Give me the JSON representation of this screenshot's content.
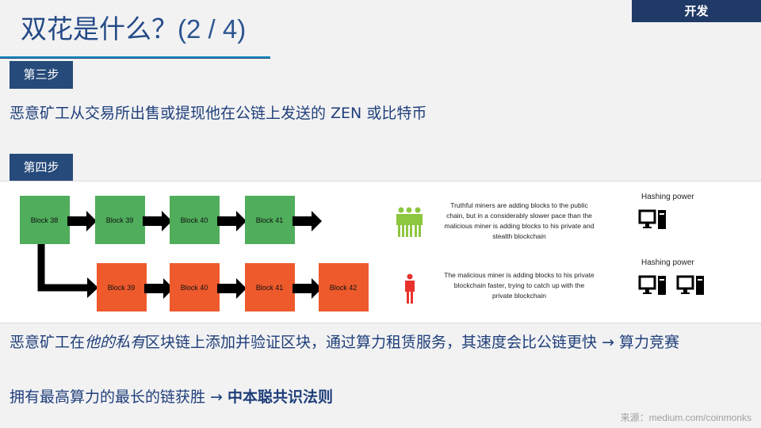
{
  "header": {
    "title": "双花是什么？",
    "title_suffix": "(2 / 4)",
    "tag": "开发"
  },
  "step3": {
    "label": "第三步",
    "text": "恶意矿工从交易所出售或提现他在公链上发送的 ZEN 或比特币"
  },
  "step4": {
    "label": "第四步"
  },
  "diagram": {
    "public_chain": [
      "Block 38",
      "Block 39",
      "Block 40",
      "Block 41"
    ],
    "private_chain": [
      "Block 39",
      "Block 40",
      "Block 41",
      "Block 42"
    ],
    "truthful_note": "Truthful miners are adding blocks to the public chain, but in a considerably slower pace than the malicious miner is adding blocks to his private and stealth blockchain",
    "malicious_note": "The malicious miner is adding blocks to his private blockchain faster, trying to catch up with the private blockchain",
    "hashing_label": "Hashing power",
    "colors": {
      "public": "#4fad5b",
      "private": "#ee5a2c",
      "truthful_icon": "#8dc63f",
      "malicious_icon": "#e8322b"
    }
  },
  "body": {
    "line1_a": "恶意矿工在",
    "line1_em": "他的私有",
    "line1_b": "区块链上添加并验证区块，通过算力租赁服务，其速度会比公链更快 → 算力竞赛",
    "line2_a": "拥有最高算力的最长的链获胜 → ",
    "line2_b": "中本聪共识法则"
  },
  "source": "来源：medium.com/coinmonks"
}
